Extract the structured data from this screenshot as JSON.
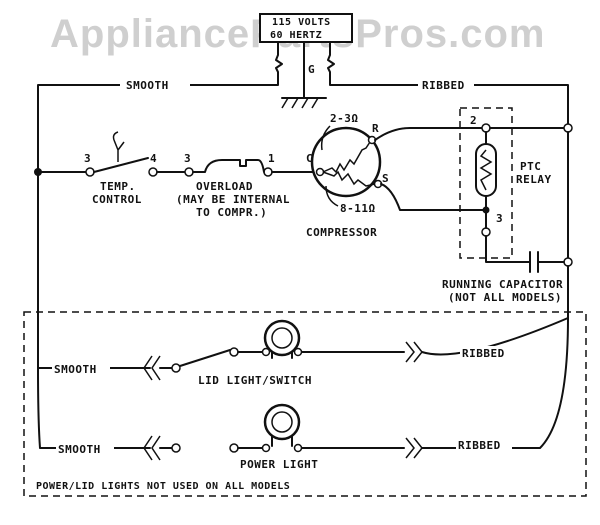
{
  "watermark": "AppliancePartsPros.com",
  "source": {
    "line1": "115 VOLTS",
    "line2": "60 HERTZ"
  },
  "ground_label": "G",
  "wires": {
    "smooth": "SMOOTH",
    "ribbed": "RIBBED"
  },
  "temp_control": {
    "line1": "TEMP.",
    "line2": "CONTROL",
    "term_left": "3",
    "term_right": "4"
  },
  "overload": {
    "line1": "OVERLOAD",
    "line2": "(MAY BE INTERNAL",
    "line3": "TO COMPR.)",
    "term_left": "3",
    "term_right": "1"
  },
  "compressor": {
    "label": "COMPRESSOR",
    "term_c": "C",
    "term_r": "R",
    "term_s": "S",
    "res_top": "2-3Ω",
    "res_bottom": "8-11Ω"
  },
  "ptc_relay": {
    "line1": "PTC",
    "line2": "RELAY",
    "term_top": "2",
    "term_bottom": "3"
  },
  "running_capacitor": {
    "line1": "RUNNING CAPACITOR",
    "line2": "(NOT ALL MODELS)"
  },
  "lid_light": {
    "label": "LID LIGHT/SWITCH"
  },
  "power_light": {
    "label": "POWER LIGHT"
  },
  "lights_note": "POWER/LID LIGHTS NOT USED ON ALL MODELS"
}
